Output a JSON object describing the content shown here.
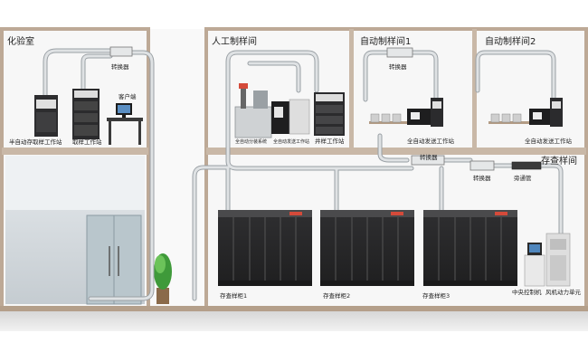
{
  "rooms": {
    "lab": "化验室",
    "manual": "人工制样间",
    "auto1": "自动制样间1",
    "auto2": "自动制样间2",
    "storage": "存查样间"
  },
  "labels": {
    "switch_lab": "转换器",
    "client": "客户端",
    "semi_station": "半自动存取样工作站",
    "take_station": "取样工作站",
    "auto_split": "全自动分装系统",
    "auto_send_manual": "全自动发送工作站",
    "well_station": "井样工作站",
    "switch_auto1": "转换器",
    "auto_send_1": "全自动发送工作站",
    "auto_send_2": "全自动发送工作站",
    "switch_mid": "转换器",
    "switch_right": "转换器",
    "bypass": "旁通管",
    "cab1": "存查样柜1",
    "cab2": "存查样柜2",
    "cab3": "存查样柜3",
    "central": "中央控制机",
    "fan": "风机动力单元"
  },
  "colors": {
    "wall": "#c9b8a7",
    "wall_dark": "#b49f8a",
    "pipe": "#cfd3d6",
    "pipe_edge": "#9aa0a5",
    "cabinet": "#2c2c2e",
    "accent": "#d44a3a"
  }
}
